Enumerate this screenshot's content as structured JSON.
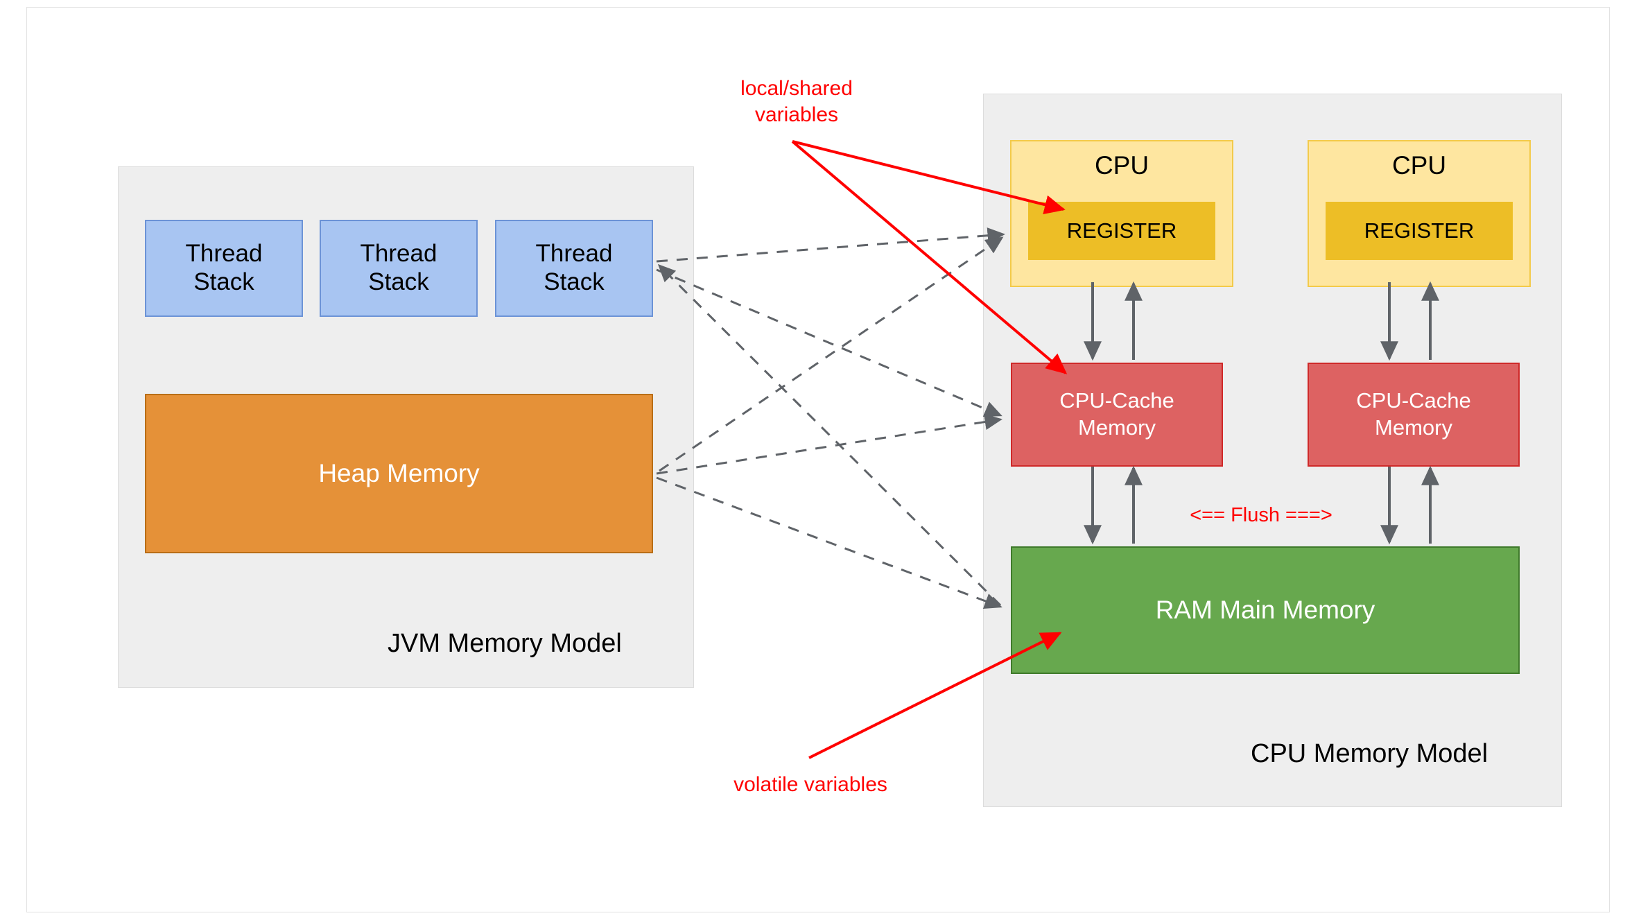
{
  "diagram": {
    "title_alt": "JVM Memory Model and CPU Memory Model",
    "panels": [
      {
        "id": "jvm",
        "title": "JVM Memory Model",
        "fill": "#eeeeee"
      },
      {
        "id": "cpu",
        "title": "CPU Memory Model",
        "fill": "#eeeeee"
      }
    ],
    "jvm": {
      "thread_stacks": [
        {
          "label": "Thread\nStack"
        },
        {
          "label": "Thread\nStack"
        },
        {
          "label": "Thread\nStack"
        }
      ],
      "heap": {
        "label": "Heap Memory",
        "fill": "#e59138",
        "stroke": "#b96e16",
        "text_color": "#ffffff"
      },
      "thread_stack_style": {
        "fill": "#a8c5f2",
        "stroke": "#6c93d6",
        "text_color": "#000000"
      }
    },
    "cpu": {
      "cpus": [
        {
          "label": "CPU",
          "register_label": "REGISTER"
        },
        {
          "label": "CPU",
          "register_label": "REGISTER"
        }
      ],
      "caches": [
        {
          "label": "CPU-Cache\nMemory"
        },
        {
          "label": "CPU-Cache\nMemory"
        }
      ],
      "ram": {
        "label": "RAM Main Memory",
        "fill": "#67a84e",
        "stroke": "#3f7a2b",
        "text_color": "#ffffff"
      },
      "cpu_style": {
        "fill": "#fee6a0",
        "stroke": "#f3ca4a",
        "text_color": "#000000"
      },
      "register_style": {
        "fill": "#edbe26",
        "text_color": "#000000"
      },
      "cache_style": {
        "fill": "#dd6262",
        "stroke": "#cf2929",
        "text_color": "#ffffff"
      }
    },
    "annotations": {
      "local_shared": "local/shared\nvariables",
      "volatile": "volatile variables",
      "flush": "<== Flush ===>",
      "annotation_color": "#ff0000"
    },
    "connector_colors": {
      "dashed_gray": "#5f6368",
      "solid_gray": "#666666",
      "red": "#ff0000"
    }
  }
}
